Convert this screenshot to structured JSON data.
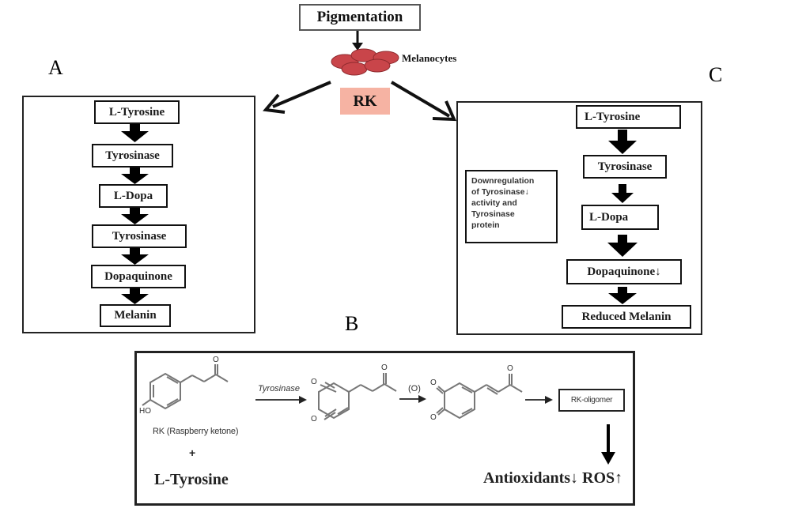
{
  "top": {
    "pigmentation_label": "Pigmentation",
    "melanocytes_label": "Melanocytes",
    "rk_label": "RK",
    "colors": {
      "melanocyte_fill": "#c9454a",
      "rk_box_fill": "#f6b3a3"
    }
  },
  "panel_a": {
    "letter": "A",
    "steps": [
      "L-Tyrosine",
      "Tyrosinase",
      "L-Dopa",
      "Tyrosinase",
      "Dopaquinone",
      "Melanin"
    ]
  },
  "panel_c": {
    "letter": "C",
    "steps": [
      "L-Tyrosine",
      "Tyrosinase",
      "L-Dopa",
      "Dopaquinone↓",
      "Reduced Melanin"
    ],
    "note_lines": [
      "Downregulation",
      "of Tyrosinase↓",
      "activity and",
      "Tyrosinase",
      "protein"
    ]
  },
  "panel_b": {
    "letter": "B",
    "ho_label": "HO",
    "o_label": "O",
    "rk_name": "RK (Raspberry ketone)",
    "plus": "+",
    "l_tyrosine": "L-Tyrosine",
    "enzyme_label": "Tyrosinase",
    "oxidation_label": "(O)",
    "oligomer_label": "RK-oligomer",
    "outcome_label": "Antioxidants↓ ROS↑"
  }
}
